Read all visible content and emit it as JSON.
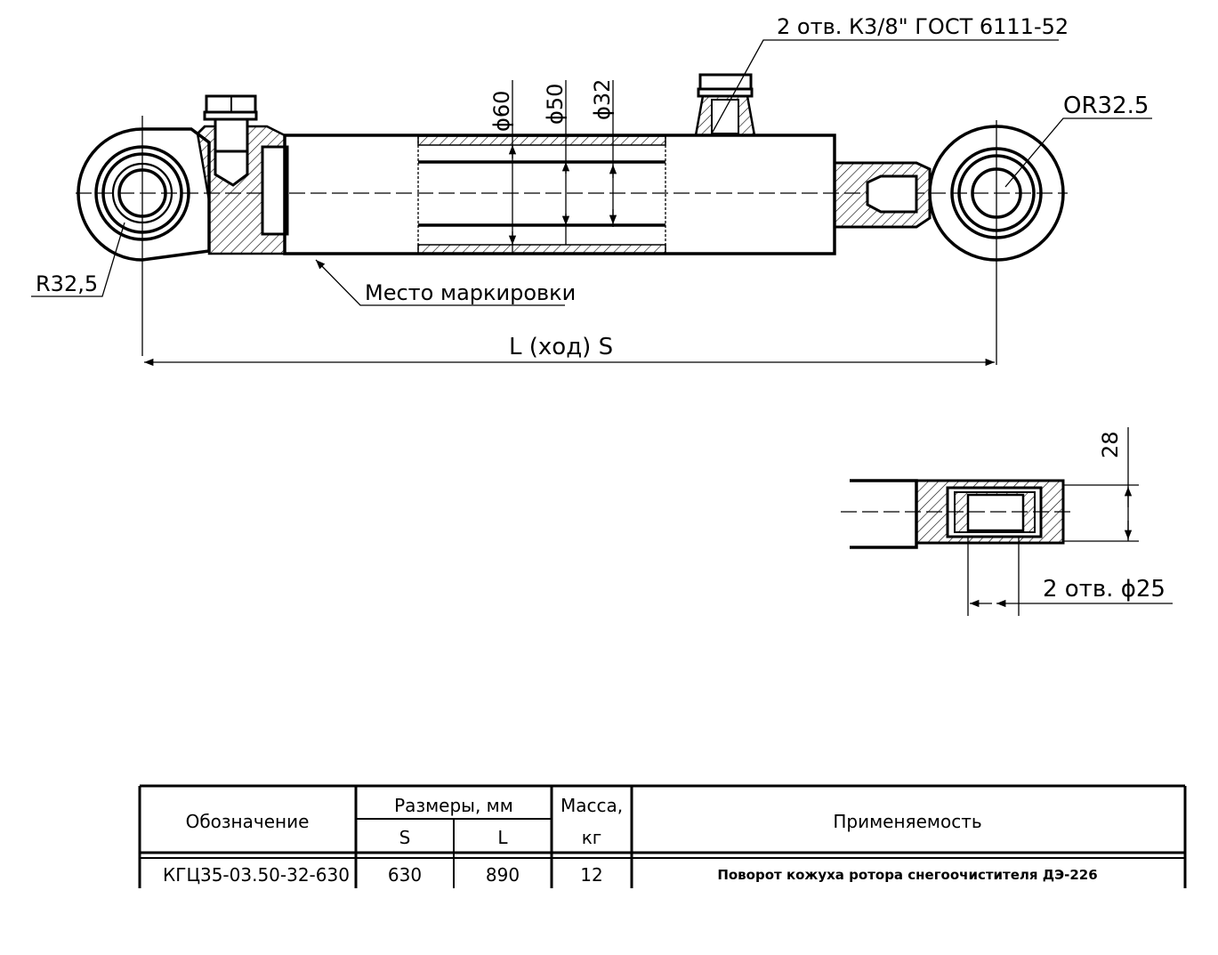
{
  "drawing": {
    "labels": {
      "ports": "2 отв. К3/8\" ГОСТ 6111-52",
      "radius_right": "OR32.5",
      "radius_left": "R32,5",
      "marking": "Место маркировки",
      "length": "L (ход) S",
      "dia60": "ϕ60",
      "dia50": "ϕ50",
      "dia32": "ϕ32",
      "dim28": "28",
      "holes": "2 отв. ϕ25"
    }
  },
  "table": {
    "headers": {
      "designation": "Обозначение",
      "dimensions": "Размеры, мм",
      "s": "S",
      "l": "L",
      "mass": "Масса,",
      "mass_unit": "кг",
      "application": "Применяемость"
    },
    "rows": [
      {
        "designation": "КГЦ35-03.50-32-630",
        "s": "630",
        "l": "890",
        "mass": "12",
        "application": "Поворот кожуха ротора снегоочистителя ДЭ-226"
      }
    ]
  }
}
